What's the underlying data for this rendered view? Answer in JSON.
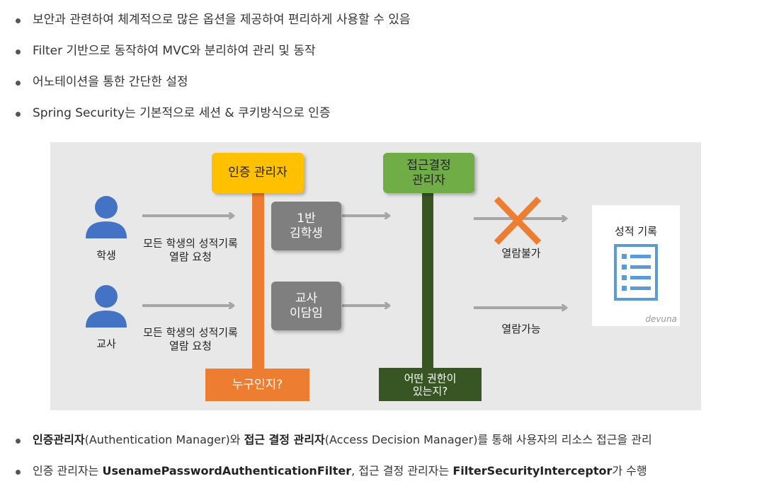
{
  "bullets_top": [
    "보안과 관련하여 체계적으로 많은 옵션을 제공하여 편리하게 사용할 수 있음",
    "Filter 기반으로 동작하여 MVC와 분리하여 관리 및 동작",
    "어노테이션을 통한 간단한 설정",
    "Spring Security는 기본적으로 세션 & 쿠키방식으로 인증"
  ],
  "diagram": {
    "student_label": "학생",
    "teacher_label": "교사",
    "request_line1": "모든 학생의 성적기록",
    "request_line2": "열람 요청",
    "auth_manager": "인증 관리자",
    "access_manager_line1": "접근결정",
    "access_manager_line2": "관리자",
    "who_question": "누구인지?",
    "perm_question_line1": "어떤 권한이",
    "perm_question_line2": "있는지?",
    "student_id_line1": "1반",
    "student_id_line2": "김학생",
    "teacher_id_line1": "교사",
    "teacher_id_line2": "이담임",
    "denied": "열람불가",
    "allowed": "열람가능",
    "record_title": "성적 기록",
    "watermark": "devuna"
  },
  "bullet5": {
    "b1": "인증관리자",
    "t1": "(Authentication Manager)와 ",
    "b2": "접근 결정 관리자",
    "t2": "(Access Decision Manager)를 통해 사용자의 리소스 접근을 관리"
  },
  "bullet6": {
    "t1": "인증 관리자는 ",
    "b1": "UsenamePasswordAuthenticationFilter",
    "t2": ", 접근 결정 관리자는 ",
    "b2": "FilterSecurityInterceptor",
    "t3": "가 수행"
  },
  "colors": {
    "auth_yellow": "#ffc000",
    "orange": "#ed7d31",
    "green": "#70ad47",
    "dark_green": "#375623",
    "person_blue": "#4472c4",
    "gray_box": "#7f7f7f",
    "arrow_gray": "#a6a6a6"
  }
}
